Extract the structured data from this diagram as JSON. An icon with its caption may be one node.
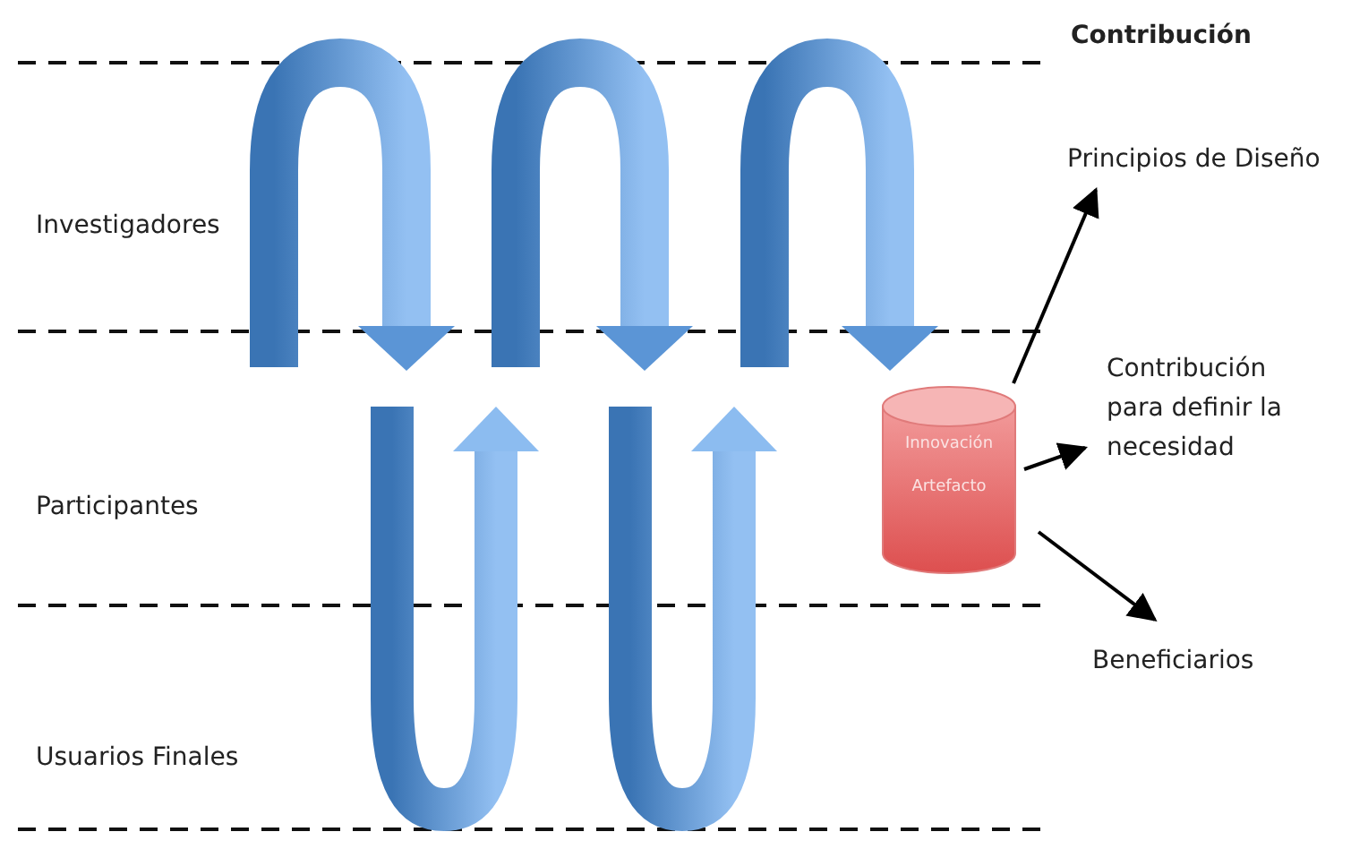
{
  "diagram": {
    "nodes": [
      {
        "text": [
          "Innovación",
          "Artefacto"
        ]
      },
      {
        "text": [
          "Principios de Diseño"
        ]
      },
      {
        "text": [
          "Contribución para definir la necesidad"
        ]
      },
      {
        "text": [
          "Beneficiarios"
        ]
      }
    ],
    "edges": [
      {
        "from": 0,
        "to": 1,
        "arrow": "to"
      },
      {
        "from": 0,
        "to": 2,
        "arrow": "to"
      },
      {
        "from": 0,
        "to": 3,
        "arrow": "to"
      }
    ],
    "labels": [
      "Contribución",
      "Investigadores",
      "Participantes",
      "Usuarios Finales"
    ]
  }
}
